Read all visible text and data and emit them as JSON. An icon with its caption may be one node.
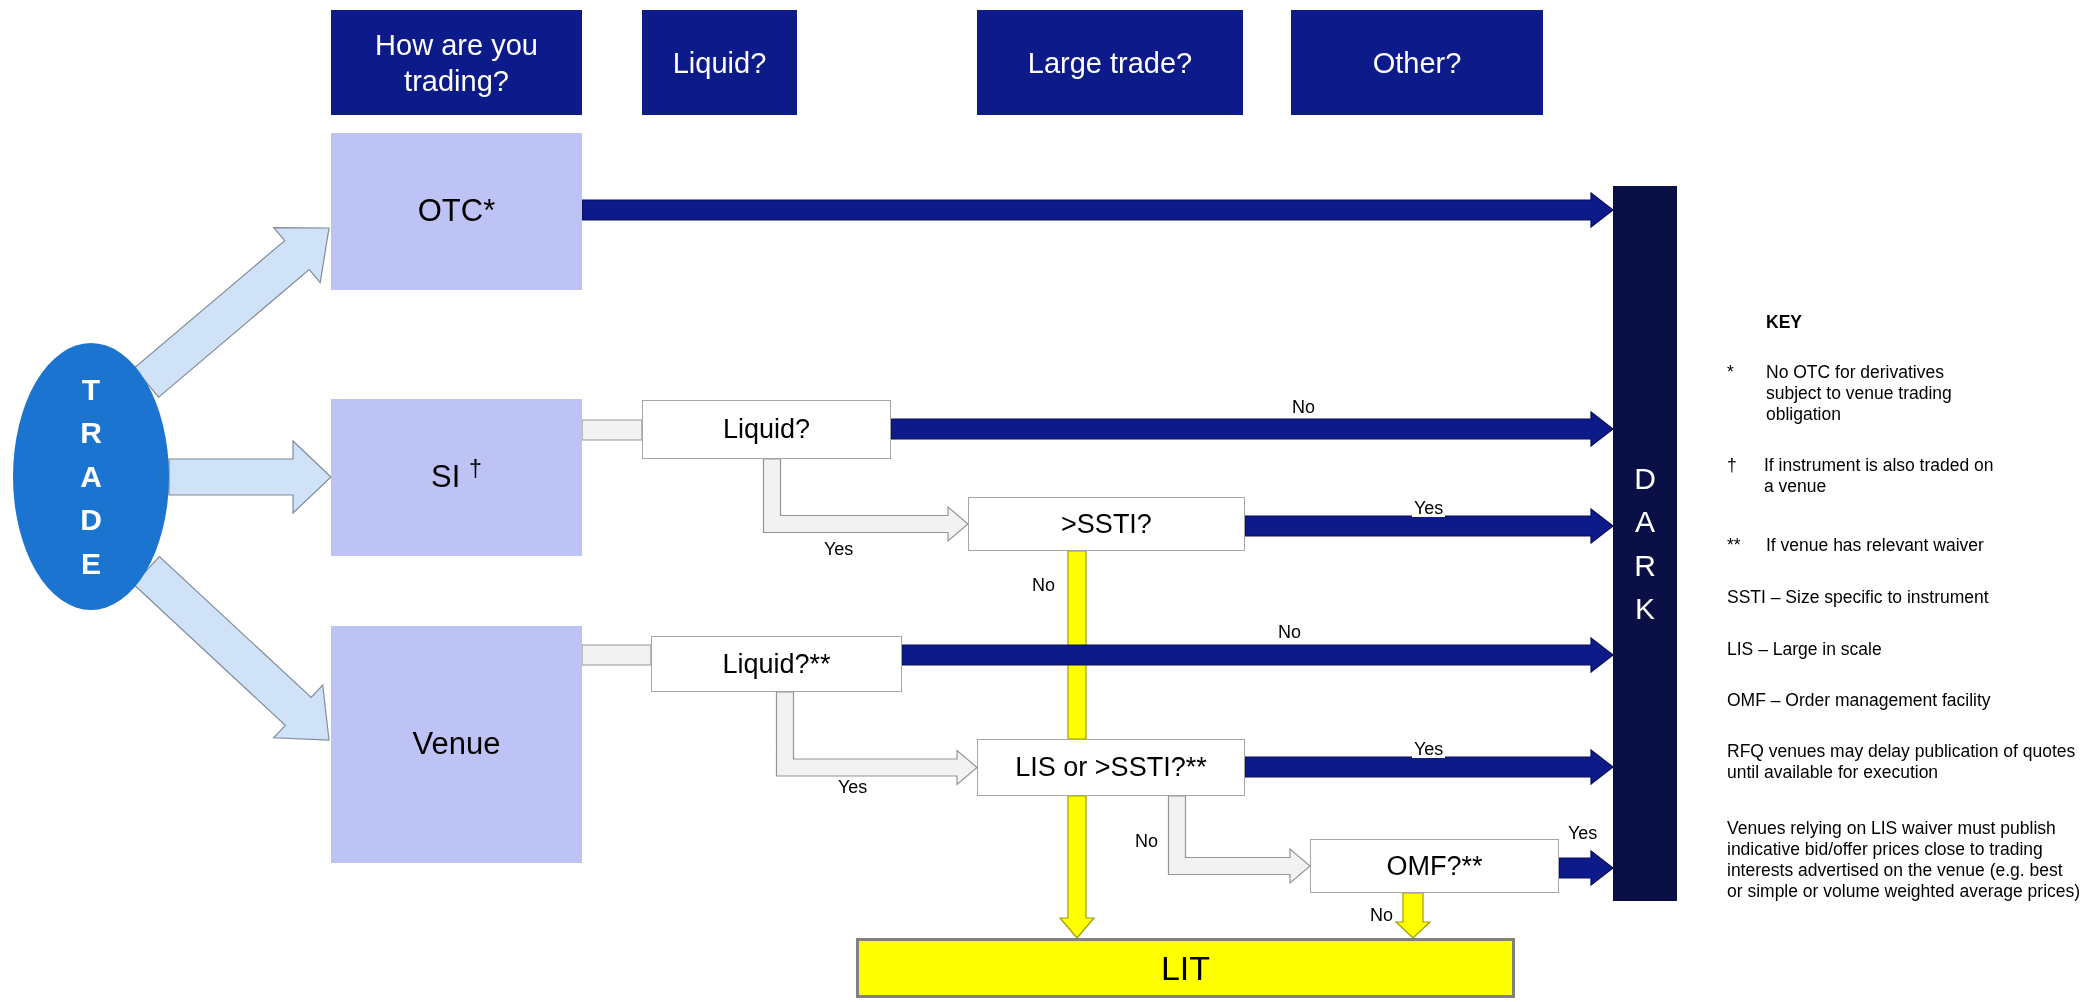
{
  "diagram": {
    "nodes": [
      {
        "text": [
          "How are you trading?"
        ]
      },
      {
        "text": [
          "Liquid?"
        ]
      },
      {
        "text": [
          "Large trade?"
        ]
      },
      {
        "text": [
          "Other?"
        ]
      },
      {
        "text": [
          "TRADE"
        ]
      },
      {
        "text": [
          "OTC*"
        ]
      },
      {
        "text": [
          "SI $^{†}$"
        ]
      },
      {
        "text": [
          "Venue"
        ]
      },
      {
        "text": [
          "Liquid?"
        ]
      },
      {
        "text": [
          ">SSTI?"
        ]
      },
      {
        "text": [
          "Liquid?**"
        ]
      },
      {
        "text": [
          "LIS or >SSTI?**"
        ]
      },
      {
        "text": [
          "OMF?**"
        ]
      },
      {
        "text": [
          "DARK"
        ]
      },
      {
        "text": [
          "LIT"
        ]
      }
    ],
    "edges": [
      {
        "from": 4,
        "to": 5,
        "arrow": "to",
        "color": "#cfe2f8"
      },
      {
        "from": 4,
        "to": 6,
        "arrow": "to",
        "color": "#cfe2f8"
      },
      {
        "from": 4,
        "to": 7,
        "arrow": "to",
        "color": "#cfe2f8"
      },
      {
        "from": 5,
        "to": 13,
        "arrow": "to",
        "color": "#0c1a8a"
      },
      {
        "from": 6,
        "to": 8,
        "arrow": "none",
        "color": "#f2f2f2"
      },
      {
        "from": 8,
        "to": 13,
        "arrow": "to",
        "label": "No",
        "color": "#0c1a8a"
      },
      {
        "from": 8,
        "to": 9,
        "arrow": "to",
        "label": "Yes",
        "color": "#f2f2f2"
      },
      {
        "from": 9,
        "to": 13,
        "arrow": "to",
        "label": "Yes",
        "color": "#0c1a8a"
      },
      {
        "from": 9,
        "to": 11,
        "arrow": "none",
        "label": "No",
        "color": "#ffff00"
      },
      {
        "from": 10,
        "to": 13,
        "arrow": "to",
        "label": "No",
        "color": "#0c1a8a"
      },
      {
        "from": 7,
        "to": 10,
        "arrow": "none",
        "color": "#f2f2f2"
      },
      {
        "from": 10,
        "to": 11,
        "arrow": "to",
        "label": "Yes",
        "color": "#f2f2f2"
      },
      {
        "from": 11,
        "to": 13,
        "arrow": "to",
        "label": "Yes",
        "color": "#0c1a8a"
      },
      {
        "from": 11,
        "to": 14,
        "arrow": "to",
        "color": "#ffff00"
      },
      {
        "from": 11,
        "to": 12,
        "arrow": "to",
        "label": "No",
        "color": "#f2f2f2"
      },
      {
        "from": 12,
        "to": 13,
        "arrow": "to",
        "label": "Yes",
        "color": "#0c1a8a"
      },
      {
        "from": 12,
        "to": 14,
        "arrow": "to",
        "label": "No",
        "color": "#ffff00"
      }
    ],
    "labels": [
      "KEY",
      "*",
      "No OTC for derivatives subject to venue trading obligation",
      "†",
      "If instrument is also traded on a venue",
      "**",
      "If venue has relevant waiver",
      "SSTI – Size specific to instrument",
      "LIS – Large in scale",
      "OMF – Order management facility",
      "RFQ venues may delay publication of quotes until available for execution",
      "Venues relying on LIS waiver must publish indicative bid/offer prices close to trading interests advertised on the venue (e.g. best or simple or volume weighted average prices)"
    ]
  }
}
